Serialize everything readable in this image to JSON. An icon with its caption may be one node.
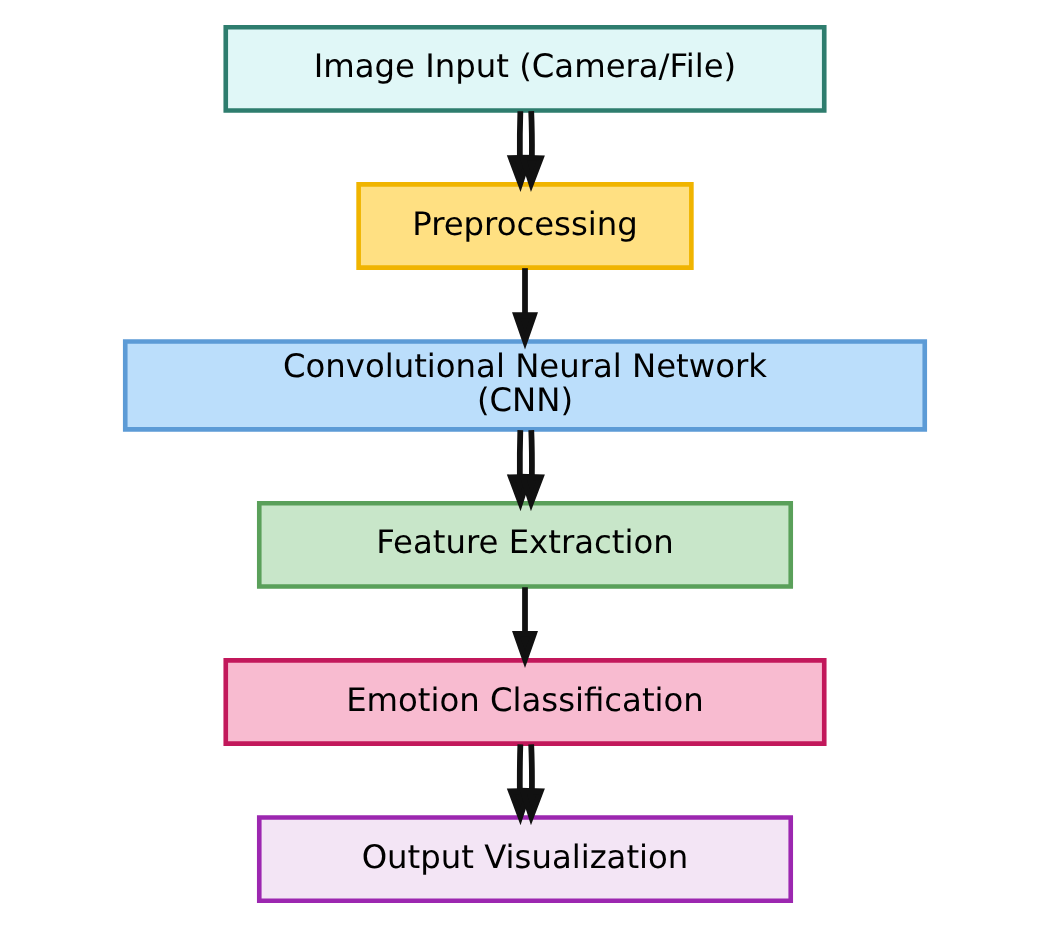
{
  "diagram": {
    "nodes": [
      {
        "text": [
          "Image Input (Camera/File)"
        ]
      },
      {
        "text": [
          "Preprocessing"
        ]
      },
      {
        "text": [
          "Convolutional Neural Network (CNN)"
        ]
      },
      {
        "text": [
          "Feature Extraction"
        ]
      },
      {
        "text": [
          "Emotion Classification"
        ]
      },
      {
        "text": [
          "Output Visualization"
        ]
      }
    ],
    "edges": [
      {
        "from": 0,
        "to": 1,
        "arrow": "to"
      },
      {
        "from": 0,
        "to": 1,
        "arrow": "to"
      },
      {
        "from": 1,
        "to": 2,
        "arrow": "to"
      },
      {
        "from": 2,
        "to": 3,
        "arrow": "to"
      },
      {
        "from": 2,
        "to": 3,
        "arrow": "to"
      },
      {
        "from": 3,
        "to": 4,
        "arrow": "to"
      },
      {
        "from": 4,
        "to": 5,
        "arrow": "to"
      },
      {
        "from": 4,
        "to": 5,
        "arrow": "to"
      }
    ]
  }
}
